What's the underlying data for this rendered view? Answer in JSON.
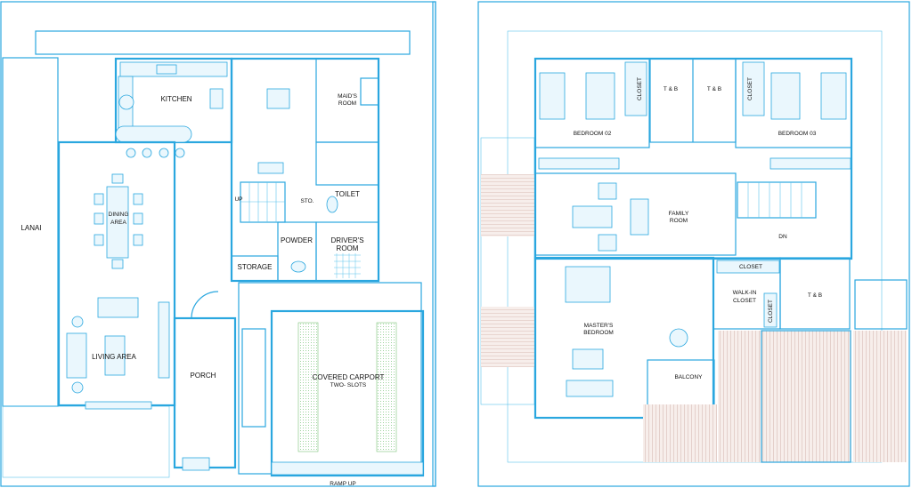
{
  "ground_floor": {
    "rooms": {
      "kitchen": "KITCHEN",
      "maids_room_1": "MAID'S",
      "maids_room_2": "ROOM",
      "lanai": "LANAI",
      "dining_1": "DINING",
      "dining_2": "AREA",
      "up": "UP",
      "sto": "STO.",
      "toilet": "TOILET",
      "powder": "POWDER",
      "drivers_1": "DRIVER'S",
      "drivers_2": "ROOM",
      "storage": "STORAGE",
      "living": "LIVING AREA",
      "porch": "PORCH",
      "carport_1": "COVERED CARPORT",
      "carport_2": "TWO- SLOTS",
      "ramp": "RAMP UP"
    }
  },
  "second_floor": {
    "rooms": {
      "closet_left": "CLOSET",
      "tb_left": "T & B",
      "tb_right": "T & B",
      "closet_right": "CLOSET",
      "bedroom02": "BEDROOM 02",
      "bedroom03": "BEDROOM 03",
      "family_1": "FAMILY",
      "family_2": "ROOM",
      "dn": "DN",
      "closet_master": "CLOSET",
      "walkin_1": "WALK-IN",
      "walkin_2": "CLOSET",
      "tb_master": "T & B",
      "closet_vertical": "CLOSET",
      "master_1": "MASTER'S",
      "master_2": "BEDROOM",
      "balcony": "BALCONY"
    }
  },
  "colors": {
    "line": "#2aa7df",
    "deck": "#b98b80"
  }
}
